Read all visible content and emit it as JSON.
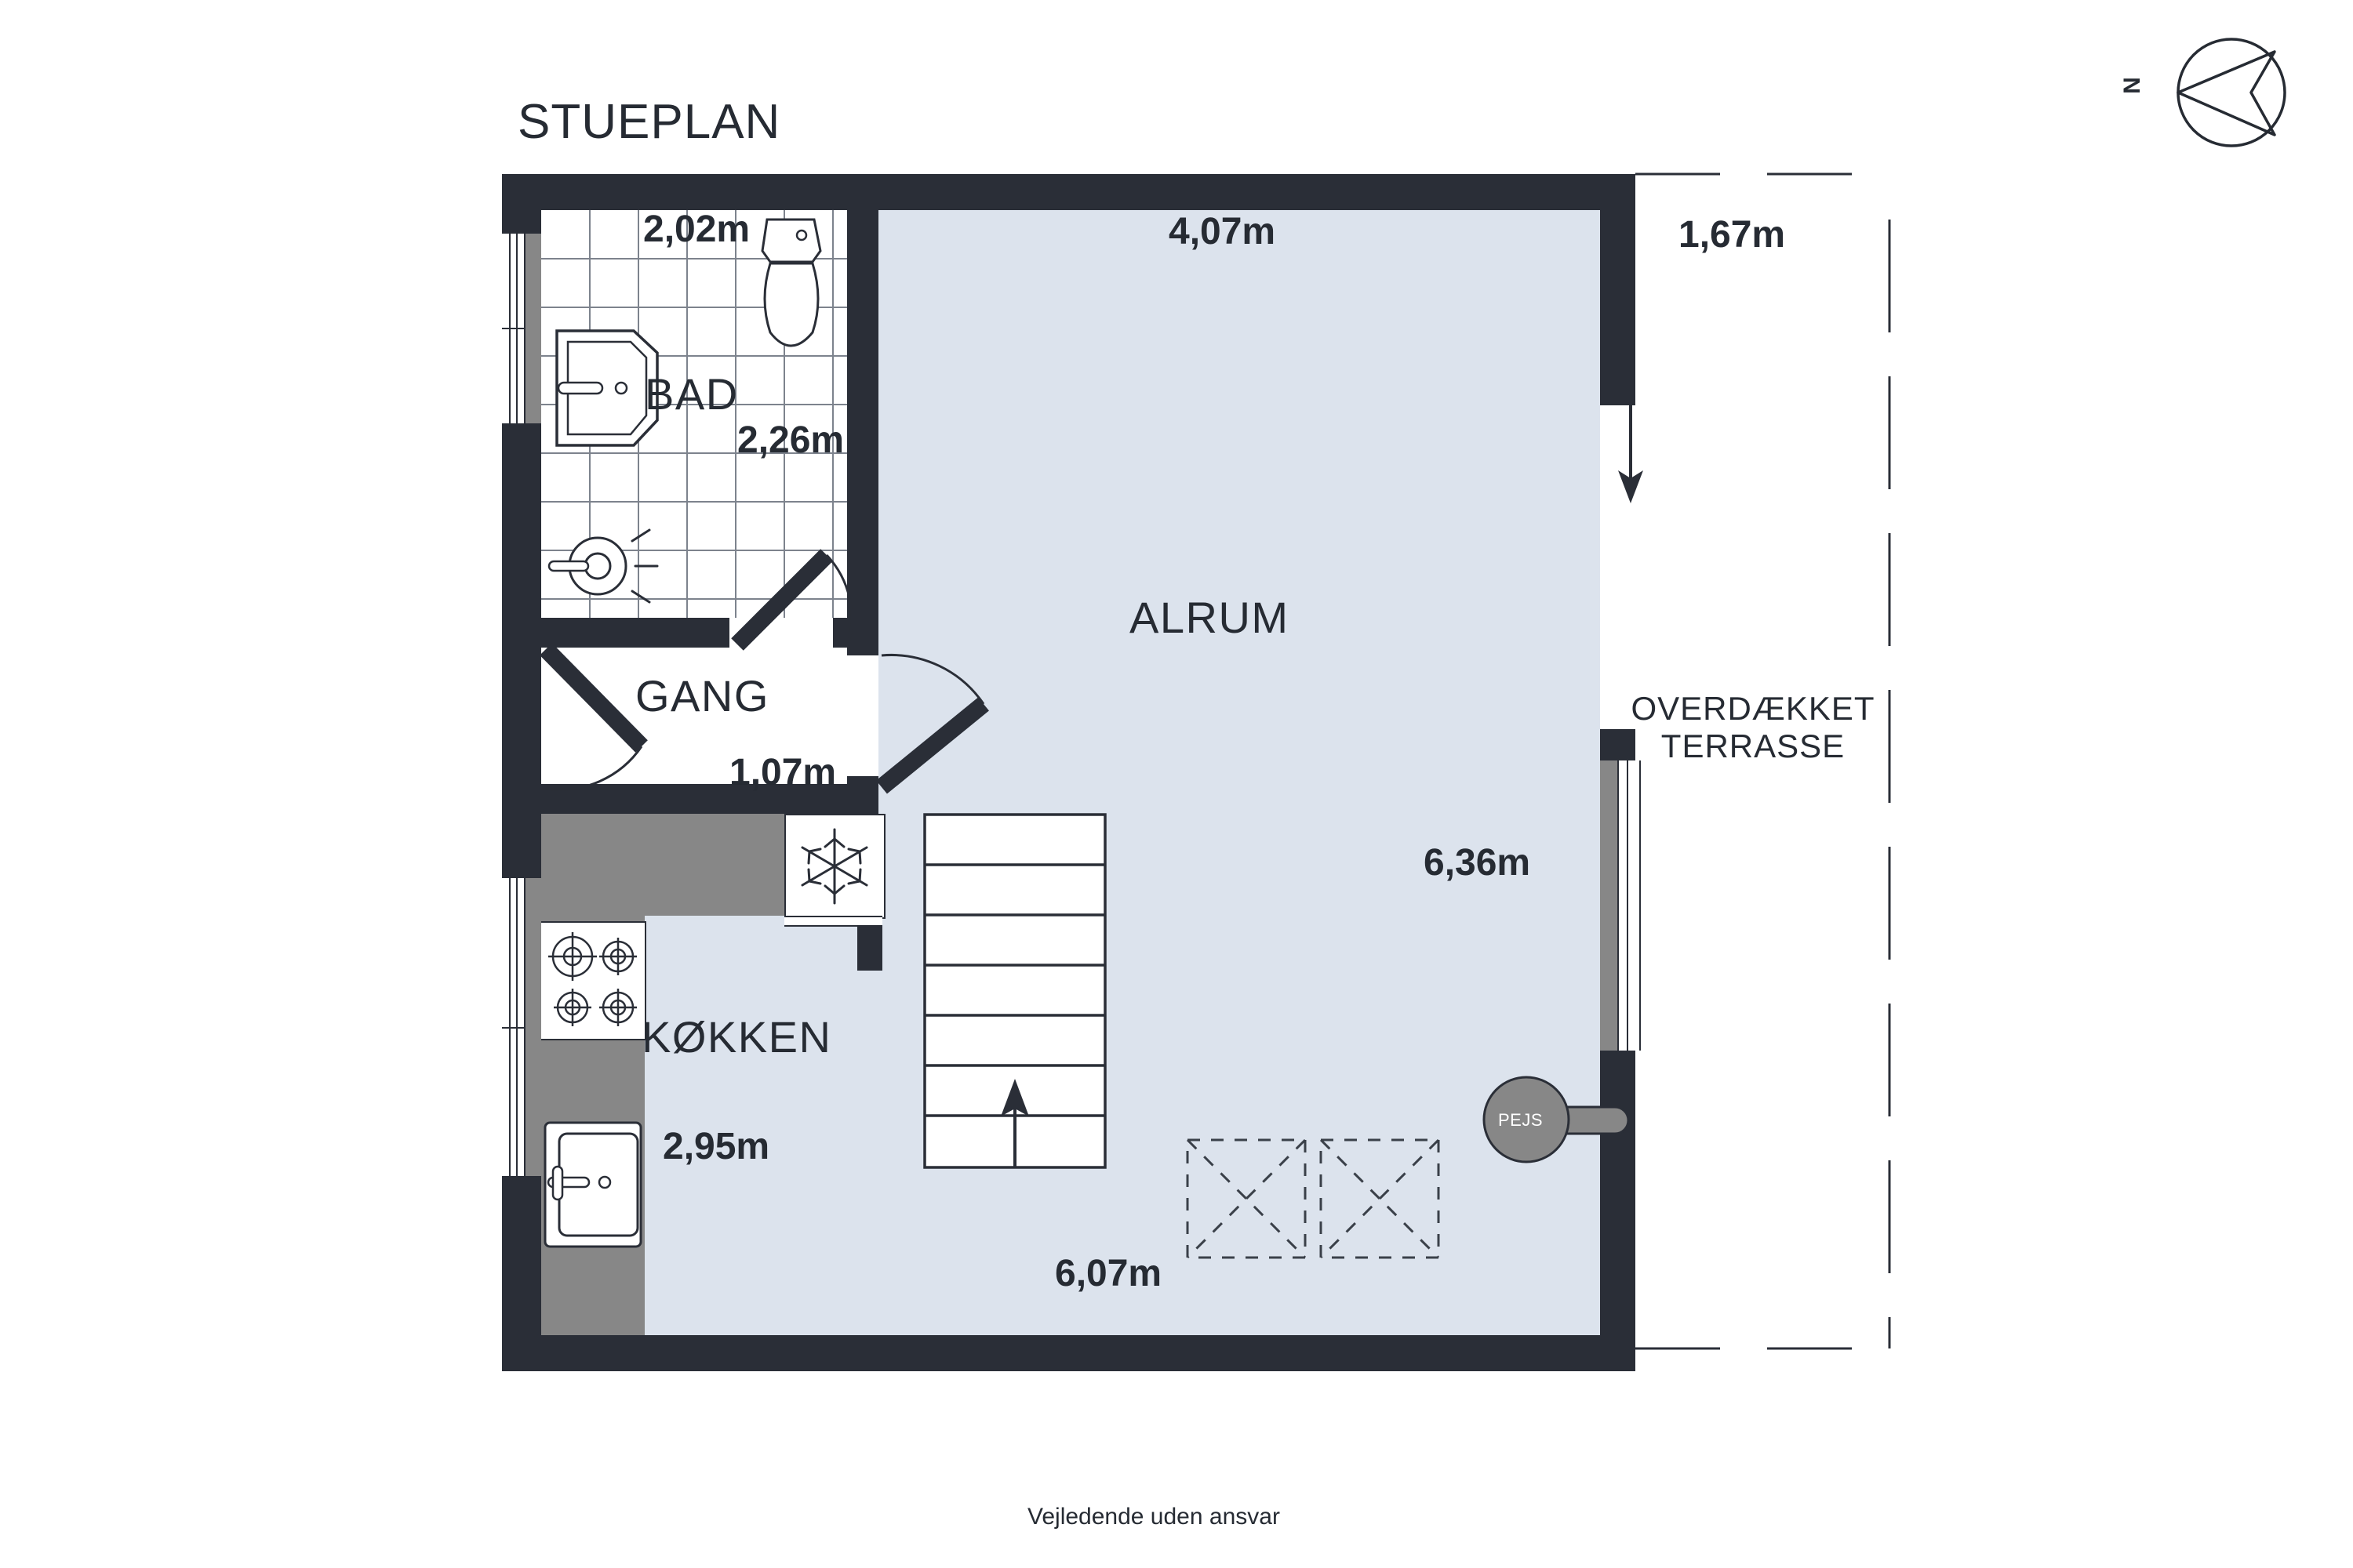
{
  "plan": {
    "title": "STUEPLAN",
    "disclaimer": "Vejledende uden ansvar",
    "colors": {
      "wall": "#2a2e37",
      "floor": "#dce3ed",
      "cabinet": "#878787",
      "text": "#262b33",
      "tile_line": "#6b707a"
    }
  },
  "compass": {
    "label": "N",
    "icon": "compass-rose-icon"
  },
  "rooms": [
    {
      "name": "BAD",
      "label": "BAD",
      "dims": [
        "2,02m",
        "2,26m"
      ]
    },
    {
      "name": "GANG",
      "label": "GANG",
      "dims": [
        "1,07m"
      ]
    },
    {
      "name": "KOKKEN",
      "label": "KØKKEN",
      "dims": [
        "2,95m"
      ]
    },
    {
      "name": "ALRUM",
      "label": "ALRUM",
      "dims": [
        "4,07m",
        "6,36m",
        "6,07m"
      ]
    }
  ],
  "dimensions": {
    "bad_width": "2,02m",
    "bad_depth": "2,26m",
    "gang_width": "1,07m",
    "kokken_width": "2,95m",
    "alrum_top": "4,07m",
    "alrum_right": "6,36m",
    "alrum_bottom": "6,07m",
    "terrace_width": "1,67m"
  },
  "terrace": {
    "line1": "OVERDÆKKET",
    "line2": "TERRASSE"
  },
  "fixtures": {
    "fireplace_label": "PEJS",
    "fridge_icon": "snowflake-icon",
    "stove_icon": "cooktop-burners-icon",
    "sink_icon": "sink-icon",
    "toilet_icon": "toilet-icon",
    "washbasin_icon": "washbasin-icon",
    "floor_drain_icon": "floor-drain-icon",
    "stairs_icon": "stairs-up-arrow-icon"
  },
  "chart_data": {
    "type": "table",
    "title": "STUEPLAN",
    "categories": [
      "BAD",
      "GANG",
      "KØKKEN",
      "ALRUM",
      "OVERDÆKKET TERRASSE"
    ],
    "measurements": [
      {
        "room": "BAD",
        "width_m": 2.02,
        "depth_m": 2.26
      },
      {
        "room": "GANG",
        "width_m": 1.07
      },
      {
        "room": "KØKKEN",
        "width_m": 2.95
      },
      {
        "room": "ALRUM",
        "width_m": 4.07,
        "depth_m": 6.36,
        "bottom_m": 6.07
      },
      {
        "room": "OVERDÆKKET TERRASSE",
        "width_m": 1.67
      }
    ]
  }
}
